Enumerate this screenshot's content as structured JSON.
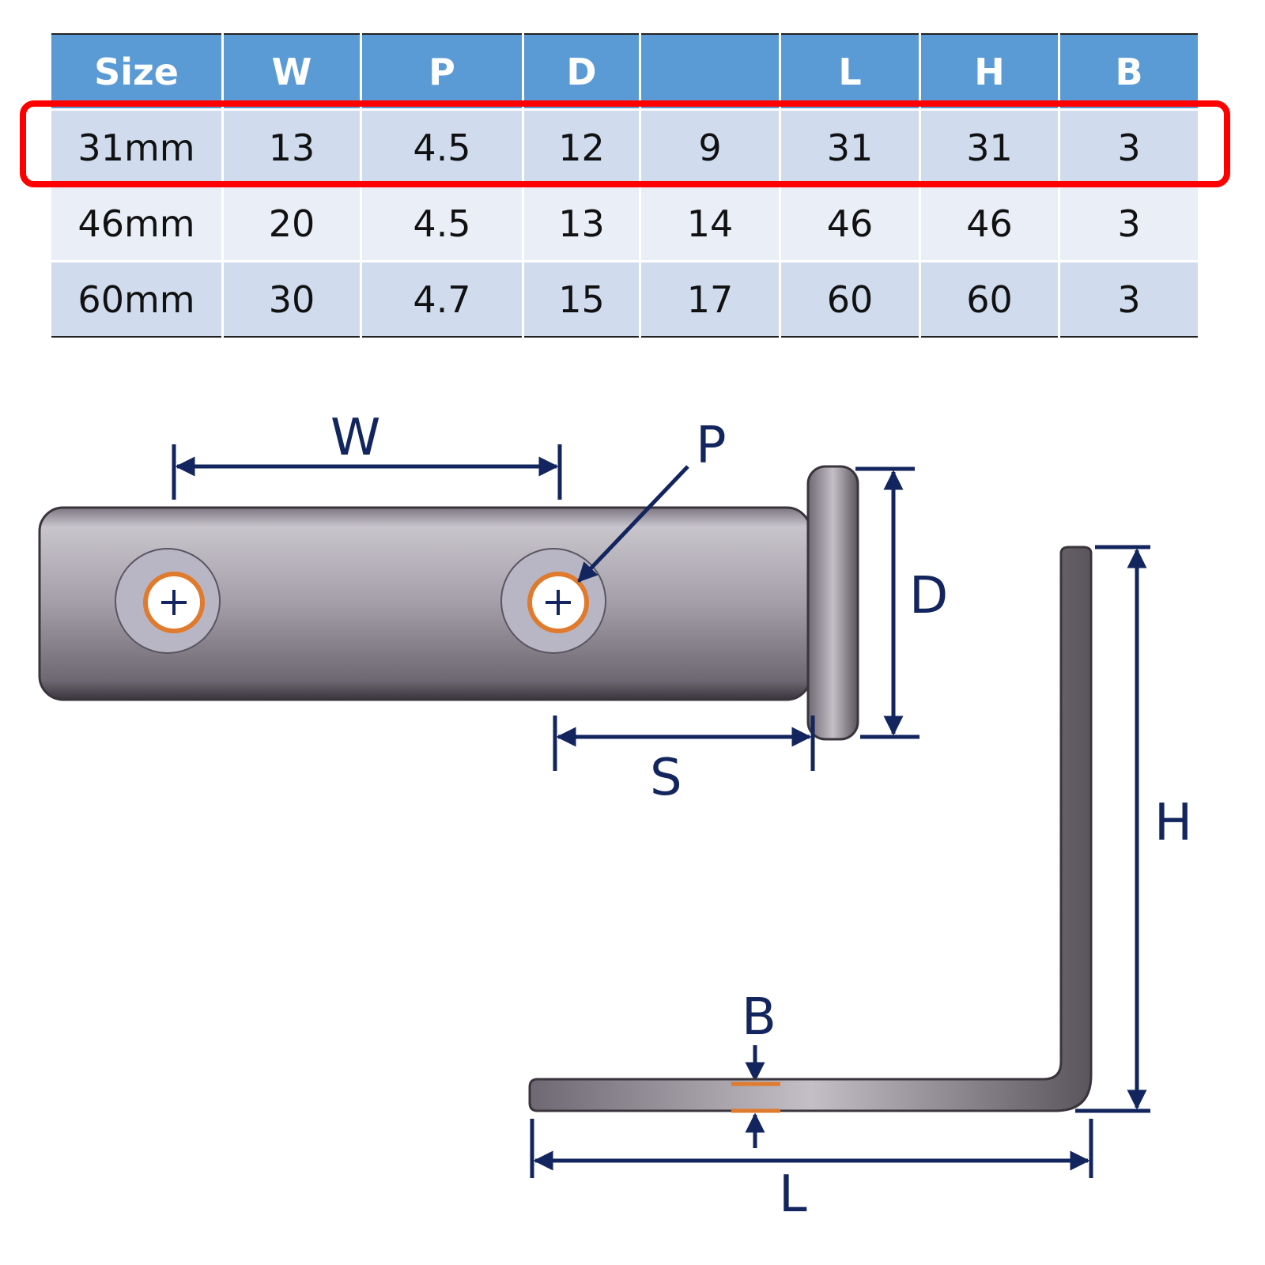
{
  "table": {
    "headers": [
      "Size",
      "W",
      "P",
      "D",
      "",
      "L",
      "H",
      "B"
    ],
    "rows": [
      [
        "31mm",
        "13",
        "4.5",
        "12",
        "9",
        "31",
        "31",
        "3"
      ],
      [
        "46mm",
        "20",
        "4.5",
        "13",
        "14",
        "46",
        "46",
        "3"
      ],
      [
        "60mm",
        "30",
        "4.7",
        "15",
        "17",
        "60",
        "60",
        "3"
      ]
    ],
    "highlighted_row": 0
  },
  "diagram": {
    "labels": {
      "W": "W",
      "P": "P",
      "D": "D",
      "S": "S",
      "H": "H",
      "B": "B",
      "L": "L"
    }
  },
  "colors": {
    "header": "#5b9bd5",
    "highlight": "#ff0000",
    "dimension": "#13255e",
    "hole_ring": "#e07a2c"
  }
}
